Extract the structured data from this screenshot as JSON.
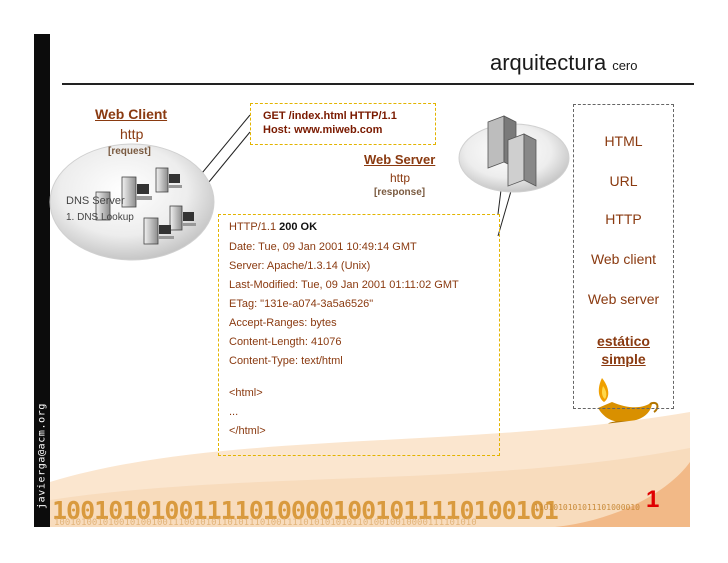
{
  "header": {
    "title": "arquitectura",
    "subtitle": "cero"
  },
  "sidebar": {
    "email": "javierga@acm.org"
  },
  "client": {
    "label": "Web Client",
    "protocol": "http",
    "role": "[request]",
    "dns_server": "DNS Server",
    "dns_step": "1. DNS Lookup"
  },
  "server": {
    "label": "Web Server",
    "protocol": "http",
    "role": "[response]"
  },
  "request": {
    "line1": "GET /index.html HTTP/1.1",
    "line2": "Host: www.miweb.com"
  },
  "response": {
    "status_prefix": "HTTP/1.1 ",
    "status_code": "200 OK",
    "lines": [
      "Date: Tue, 09 Jan 2001 10:49:14 GMT",
      "Server: Apache/1.3.14 (Unix)",
      "Last-Modified: Tue, 09 Jan 2001 01:11:02 GMT",
      "ETag: \"131e-a074-3a5a6526\"",
      "Accept-Ranges: bytes",
      "Content-Length: 41076",
      "Content-Type: text/html"
    ],
    "body": [
      "<html>",
      "...",
      "</html>"
    ]
  },
  "menu": {
    "items": [
      "HTML",
      "URL",
      "HTTP",
      "Web client",
      "Web server"
    ],
    "highlight": [
      "estático",
      "simple"
    ]
  },
  "footer": {
    "page_number": "1",
    "binary_main": "100101010011110100001001011110100101",
    "binary_small_right": "1101010101011101000010",
    "binary_bottom": "100101001010010100100111001010110101110100111101010101011010010010000111101010"
  },
  "colors": {
    "accent": "#8a3a10",
    "highlight_border": "#e2b400",
    "page_number": "#e00000"
  }
}
